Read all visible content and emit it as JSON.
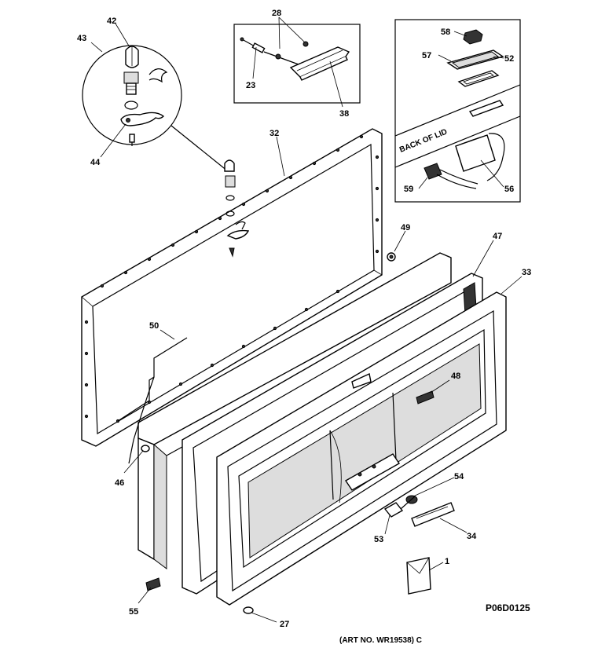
{
  "callouts": {
    "n1": "1",
    "n23": "23",
    "n27": "27",
    "n28": "28",
    "n32": "32",
    "n33": "33",
    "n34": "34",
    "n38": "38",
    "n42": "42",
    "n43": "43",
    "n44": "44",
    "n46": "46",
    "n47": "47",
    "n48": "48",
    "n49": "49",
    "n50": "50",
    "n52": "52",
    "n53": "53",
    "n54": "54",
    "n55": "55",
    "n56": "56",
    "n57": "57",
    "n58": "58",
    "n59": "59"
  },
  "inset_text": {
    "back_of_lid": "BACK OF LID"
  },
  "footer": {
    "diagram_code": "P06D0125",
    "art_number": "(ART NO. WR19538) C"
  }
}
